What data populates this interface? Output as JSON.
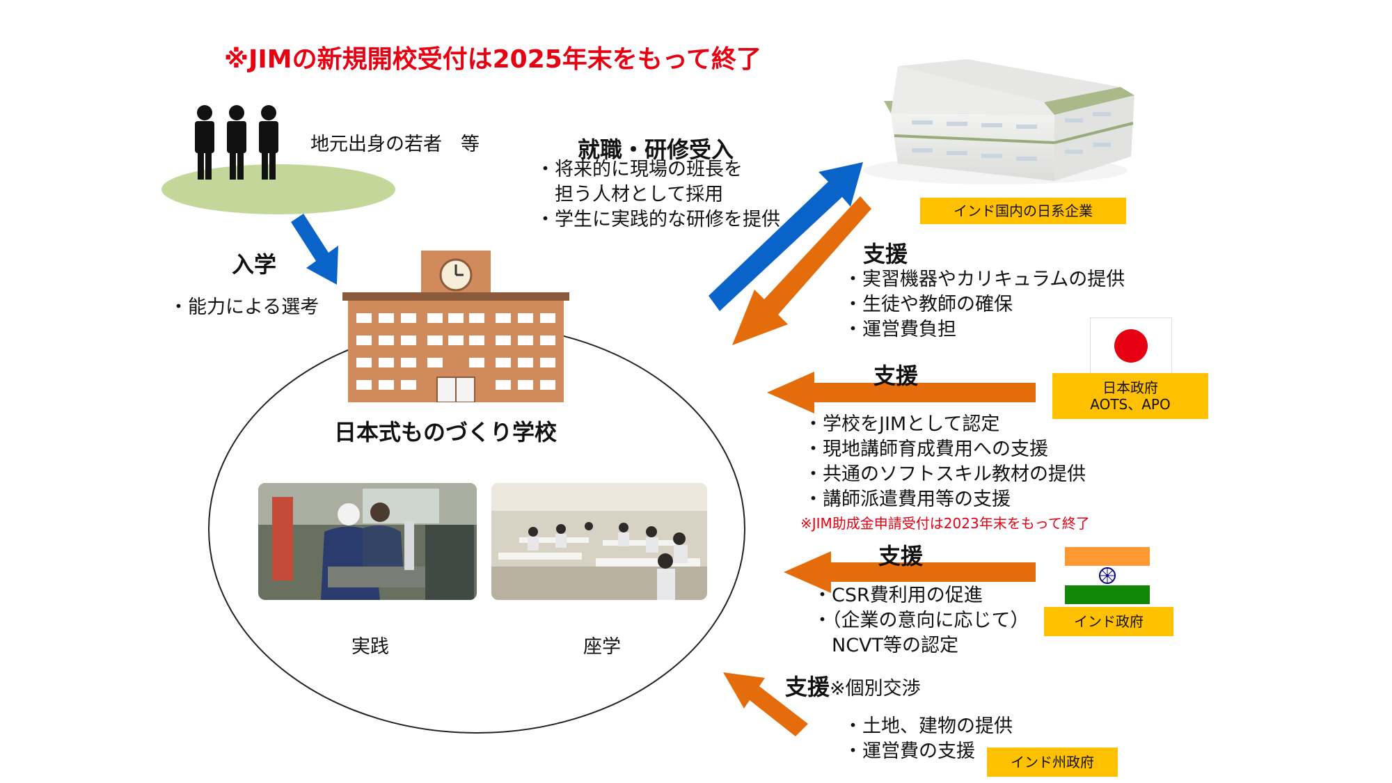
{
  "notice": "※JIMの新規開校受付は2025年末をもって終了",
  "people_label": "地元出身の若者　等",
  "enrollment": {
    "heading": "入学",
    "items": [
      "・能力による選考"
    ]
  },
  "employment": {
    "heading": "就職・研修受入",
    "items": [
      "・将来的に現場の班長を",
      "　担う人材として採用",
      "・学生に実践的な研修を提供"
    ]
  },
  "school": {
    "name": "日本式ものづくり学校",
    "photo_labels": [
      "実践",
      "座学"
    ]
  },
  "japanese_companies": {
    "label": "インド国内の日系企業",
    "heading": "支援",
    "items": [
      "・実習機器やカリキュラムの提供",
      "・生徒や教師の確保",
      "・運営費負担"
    ]
  },
  "japan_government": {
    "label_line1": "日本政府",
    "label_line2": "AOTS、APO",
    "heading": "支援",
    "items": [
      "・学校をJIMとして認定",
      "・現地講師育成費用への支援",
      "・共通のソフトスキル教材の提供",
      "・講師派遣費用等の支援"
    ],
    "note": "※JIM助成金申請受付は2023年末をもって終了"
  },
  "india_government": {
    "label": "インド政府",
    "heading": "支援",
    "items": [
      "・CSR費利用の促進",
      "・（企業の意向に応じて）",
      "　NCVT等の認定"
    ]
  },
  "state_government": {
    "label": "インド州政府",
    "heading": "支援",
    "heading_note": "※個別交渉",
    "items": [
      "・土地、建物の提供",
      "・運営費の支援"
    ]
  },
  "colors": {
    "notice_red": "#e60012",
    "arrow_blue": "#0a63c9",
    "arrow_orange": "#e46c0a",
    "label_yellow": "#ffc000",
    "field_green": "#c4d79b",
    "school_brown": "#d08a5c"
  }
}
